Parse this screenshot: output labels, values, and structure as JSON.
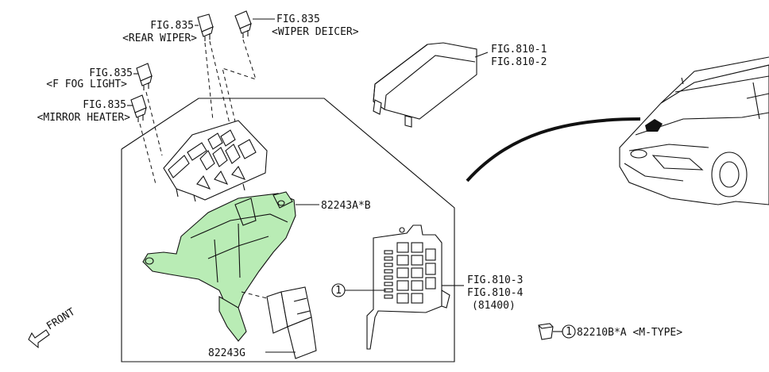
{
  "diagram": {
    "callouts": {
      "rear_wiper": {
        "fig": "FIG.835",
        "name": "<REAR WIPER>"
      },
      "wiper_deicer": {
        "fig": "FIG.835",
        "name": "<WIPER DEICER>"
      },
      "f_fog_light": {
        "fig": "FIG.835",
        "name": "<F FOG LIGHT>"
      },
      "mirror_heater": {
        "fig": "FIG.835",
        "name": "<MIRROR HEATER>"
      },
      "cover_fig_1": "FIG.810-1",
      "cover_fig_2": "FIG.810-2",
      "bracket_part": "82243A*B",
      "box_fig_3": "FIG.810-3",
      "box_fig_4": "FIG.810-4",
      "box_part": "(81400)",
      "clip_part": "82243G",
      "ref_marker": "1",
      "fuse_marker": "1",
      "fuse_part": "82210B*A <M-TYPE>"
    },
    "front_label": "FRONT"
  }
}
